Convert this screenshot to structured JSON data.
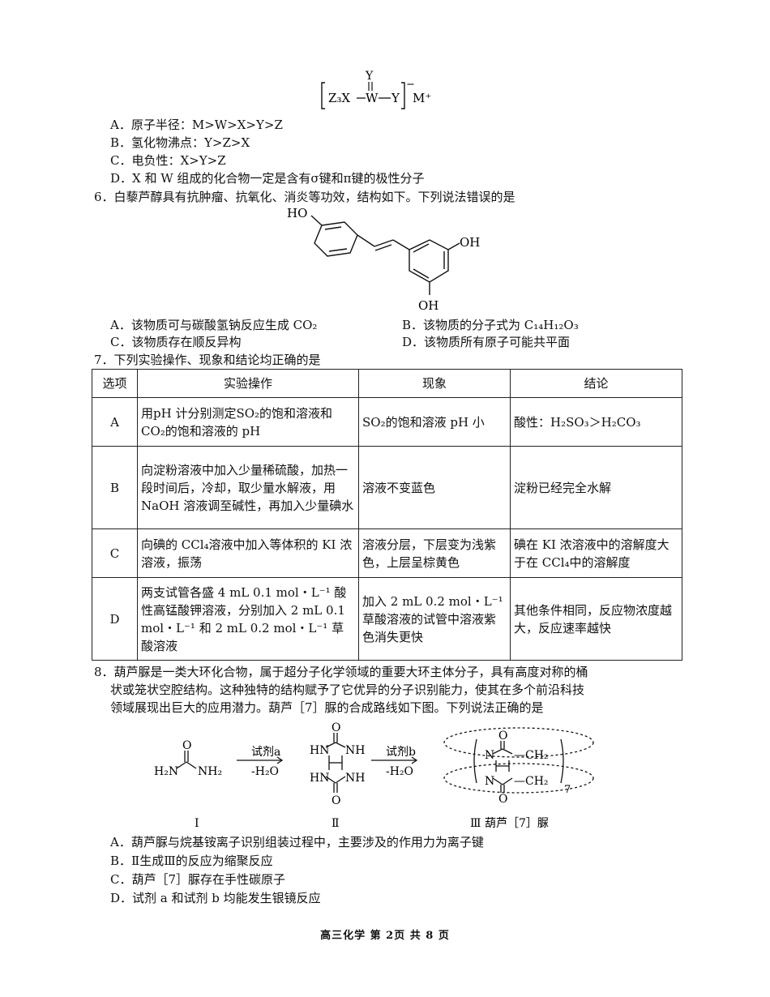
{
  "q5": {
    "formula": {
      "z3x": "Z₃X",
      "w": "W",
      "y_top": "Y",
      "y_right": "Y",
      "charge": "−",
      "counter_ion": "M⁺"
    },
    "options": [
      "A．原子半径：M>W>X>Y>Z",
      "B．氢化物沸点：Y>Z>X",
      "C．电负性：X>Y>Z",
      "D．X 和 W 组成的化合物一定是含有σ键和π键的极性分子"
    ]
  },
  "q6": {
    "stem": "6．白藜芦醇具有抗肿瘤、抗氧化、消炎等功效，结构如下。下列说法错误的是",
    "structure_labels": {
      "oh_left": "HO",
      "oh_right": "OH",
      "oh_bottom": "OH"
    },
    "options": [
      "A．该物质可与碳酸氢钠反应生成 CO₂",
      "B．该物质的分子式为 C₁₄H₁₂O₃",
      "C．该物质存在顺反异构",
      "D．该物质所有原子可能共平面"
    ]
  },
  "q7": {
    "stem": "7．下列实验操作、现象和结论均正确的是",
    "headers": [
      "选项",
      "实验操作",
      "现象",
      "结论"
    ],
    "rows": [
      {
        "key": "A",
        "op": "用pH 计分别测定SO₂的饱和溶液和CO₂的饱和溶液的 pH",
        "phen": "SO₂的饱和溶液 pH 小",
        "concl": "酸性：H₂SO₃＞H₂CO₃"
      },
      {
        "key": "B",
        "op": "向淀粉溶液中加入少量稀硫酸，加热一段时间后，冷却，取少量水解液，用 NaOH 溶液调至碱性，再加入少量碘水",
        "phen": "溶液不变蓝色",
        "concl": "淀粉已经完全水解"
      },
      {
        "key": "C",
        "op": "向碘的 CCl₄溶液中加入等体积的 KI 浓溶液，振荡",
        "phen": "溶液分层，下层变为浅紫色，上层呈棕黄色",
        "concl": "碘在 KI 浓溶液中的溶解度大于在 CCl₄中的溶解度"
      },
      {
        "key": "D",
        "op": "两支试管各盛 4 mL 0.1 mol・L⁻¹ 酸性高锰酸钾溶液，分别加入 2 mL 0.1 mol・L⁻¹ 和 2 mL 0.2 mol・L⁻¹ 草酸溶液",
        "phen": "加入 2 mL 0.2 mol・L⁻¹ 草酸溶液的试管中溶液紫色消失更快",
        "concl": "其他条件相同，反应物浓度越大，反应速率越快"
      }
    ]
  },
  "q8": {
    "stem_lines": [
      "8．葫芦脲是一类大环化合物，属于超分子化学领域的重要大环主体分子，具有高度对称的桶",
      "状或笼状空腔结构。这种独特的结构赋予了它优异的分子识别能力，使其在多个前沿科技",
      "领域展现出巨大的应用潜力。葫芦［7］脲的合成路线如下图。下列说法正确的是"
    ],
    "scheme": {
      "h2n": "H₂N",
      "nh2": "NH₂",
      "o": "O",
      "nh": "NH",
      "hn": "HN",
      "n": "N",
      "ch2": "—CH₂",
      "reagent_a": "试剂a",
      "reagent_b": "试剂b",
      "minus_h2o": "-H₂O",
      "subscript_7": "7",
      "label_1": "I",
      "label_2": "Ⅱ",
      "label_3": "Ⅲ  葫芦［7］脲"
    },
    "options": [
      "A．葫芦脲与烷基铵离子识别组装过程中，主要涉及的作用力为离子键",
      "B．Ⅱ生成Ⅲ的反应为缩聚反应",
      "C．葫芦［7］脲存在手性碳原子",
      "D．试剂 a 和试剂 b 均能发生银镜反应"
    ]
  },
  "footer": "高三化学  第 2页  共 8 页"
}
